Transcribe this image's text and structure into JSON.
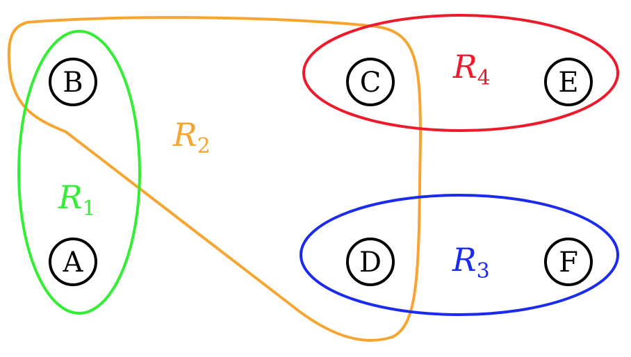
{
  "nodes": {
    "A": "A",
    "B": "B",
    "C": "C",
    "D": "D",
    "E": "E",
    "F": "F"
  },
  "relations": {
    "R1": {
      "letter": "R",
      "sub": "1",
      "color": "#33ee33",
      "members": [
        "A",
        "B"
      ]
    },
    "R2": {
      "letter": "R",
      "sub": "2",
      "color": "#f5a530",
      "members": [
        "B",
        "C",
        "D"
      ]
    },
    "R3": {
      "letter": "R",
      "sub": "3",
      "color": "#1a2bee",
      "members": [
        "D",
        "F"
      ]
    },
    "R4": {
      "letter": "R",
      "sub": "4",
      "color": "#ee1a2b",
      "members": [
        "C",
        "E"
      ]
    }
  }
}
